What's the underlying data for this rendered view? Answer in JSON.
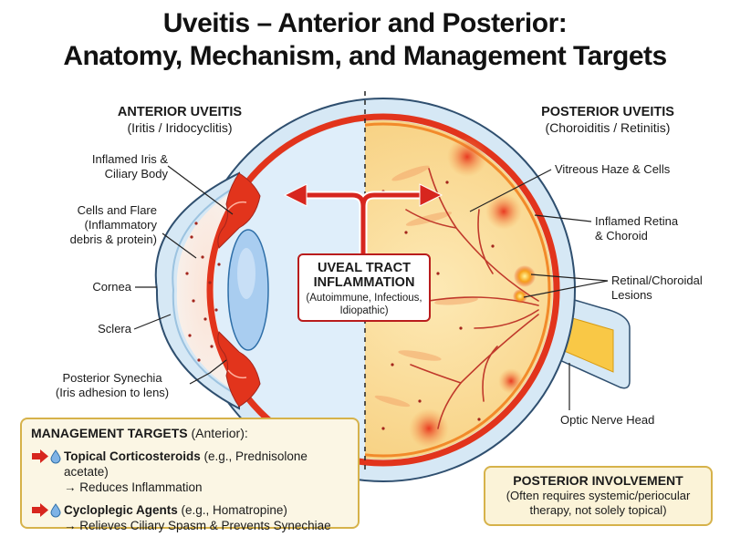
{
  "title": {
    "line1": "Uveitis – Anterior and Posterior:",
    "line2": "Anatomy, Mechanism, and Management Targets"
  },
  "anterior": {
    "heading": "ANTERIOR UVEITIS",
    "subheading": "(Iritis / Iridocyclitis)"
  },
  "posterior": {
    "heading": "POSTERIOR UVEITIS",
    "subheading": "(Choroiditis / Retinitis)"
  },
  "labels": {
    "iris_l1": "Inflamed Iris &",
    "iris_l2": "Ciliary Body",
    "cells_l1": "Cells and Flare",
    "cells_l2": "(Inflammatory",
    "cells_l3": "debris & protein)",
    "cornea": "Cornea",
    "sclera": "Sclera",
    "synechia_l1": "Posterior Synechia",
    "synechia_l2": "(Iris adhesion to lens)",
    "vitreous": "Vitreous Haze & Cells",
    "retina_l1": "Inflamed Retina",
    "retina_l2": "& Choroid",
    "lesions_l1": "Retinal/Choroidal",
    "lesions_l2": "Lesions",
    "optic": "Optic Nerve Head"
  },
  "center": {
    "line1": "UVEAL TRACT",
    "line2": "INFLAMMATION",
    "line3": "(Autoimmune, Infectious,",
    "line4": "Idiopathic)"
  },
  "management": {
    "heading": "MANAGEMENT TARGETS",
    "heading_suffix": " (Anterior):",
    "item1_name": "Topical Corticosteroids",
    "item1_detail": " (e.g., Prednisolone acetate)",
    "item1_effect": "→ Reduces Inflammation",
    "item2_name": "Cycloplegic Agents",
    "item2_detail": " (e.g., Homatropine)",
    "item2_effect": "→ Relieves Ciliary Spasm & Prevents Synechiae"
  },
  "posterior_box": {
    "heading": "POSTERIOR INVOLVEMENT",
    "line1": "(Often requires systemic/periocular",
    "line2": "therapy, not solely topical)"
  },
  "colors": {
    "inflammation_red": "#d7261e",
    "sclera_blue": "#d6e8f5",
    "vitreous_yellow": "#fbe3a4",
    "box_gold": "#d6b24a"
  }
}
